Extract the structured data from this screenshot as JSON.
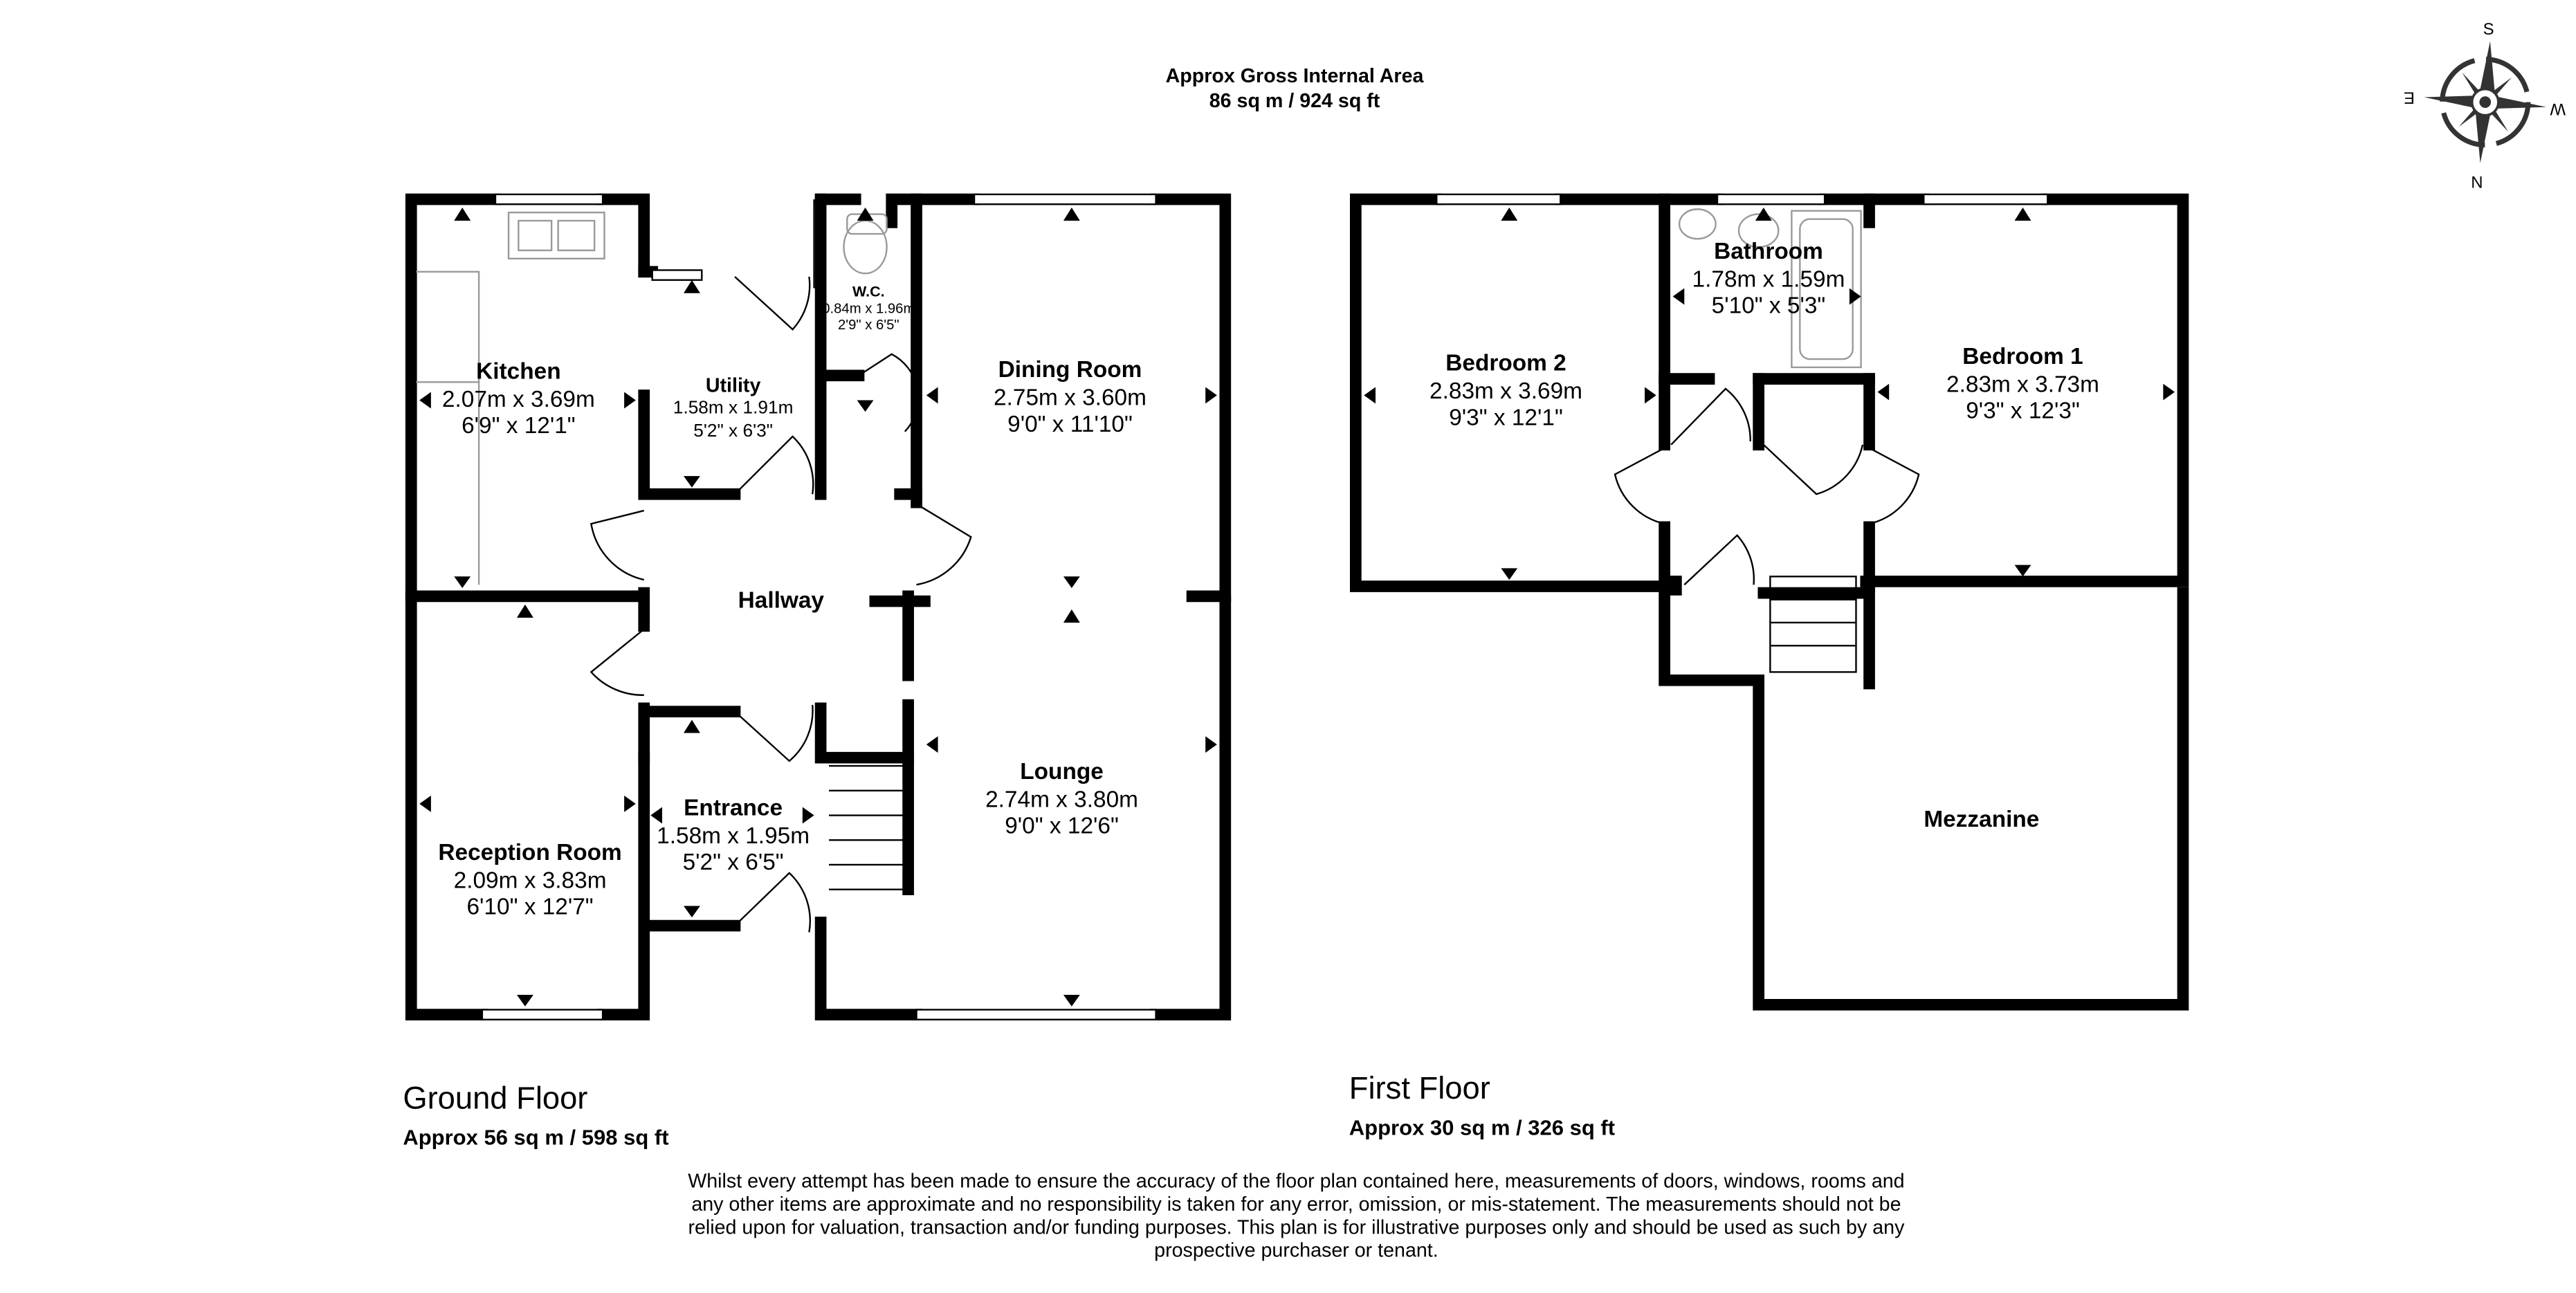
{
  "header": {
    "title": "Approx Gross Internal Area",
    "area": "86 sq m / 924 sq ft"
  },
  "compass": {
    "n": "N",
    "s": "S",
    "e": "E",
    "w": "W"
  },
  "ground_floor": {
    "label": "Ground Floor",
    "area": "Approx 56 sq m / 598 sq ft",
    "rooms": {
      "kitchen": {
        "name": "Kitchen",
        "metric": "2.07m x 3.69m",
        "imperial": "6'9\" x 12'1\""
      },
      "utility": {
        "name": "Utility",
        "metric": "1.58m x 1.91m",
        "imperial": "5'2\" x 6'3\""
      },
      "wc": {
        "name": "W.C.",
        "metric": "0.84m x 1.96m",
        "imperial": "2'9\" x 6'5\""
      },
      "dining": {
        "name": "Dining Room",
        "metric": "2.75m x 3.60m",
        "imperial": "9'0\" x 11'10\""
      },
      "hallway": {
        "name": "Hallway"
      },
      "reception": {
        "name": "Reception Room",
        "metric": "2.09m x 3.83m",
        "imperial": "6'10\" x 12'7\""
      },
      "entrance": {
        "name": "Entrance",
        "metric": "1.58m x 1.95m",
        "imperial": "5'2\" x 6'5\""
      },
      "lounge": {
        "name": "Lounge",
        "metric": "2.74m x 3.80m",
        "imperial": "9'0\" x 12'6\""
      }
    }
  },
  "first_floor": {
    "label": "First Floor",
    "area": "Approx 30 sq m / 326 sq ft",
    "rooms": {
      "bedroom2": {
        "name": "Bedroom 2",
        "metric": "2.83m x 3.69m",
        "imperial": "9'3\" x 12'1\""
      },
      "bathroom": {
        "name": "Bathroom",
        "metric": "1.78m x 1.59m",
        "imperial": "5'10\" x 5'3\""
      },
      "bedroom1": {
        "name": "Bedroom 1",
        "metric": "2.83m x 3.73m",
        "imperial": "9'3\" x 12'3\""
      },
      "mezzanine": {
        "name": "Mezzanine"
      }
    }
  },
  "disclaimer": [
    "Whilst every attempt has been made to ensure the accuracy of the floor plan contained here, measurements of doors, windows, rooms and",
    "any other items are approximate and no responsibility is taken for any error, omission, or mis-statement. The measurements should not be",
    "relied upon for valuation, transaction and/or funding purposes. This plan is for illustrative purposes only and should be used as such by any",
    "prospective purchaser or tenant."
  ]
}
